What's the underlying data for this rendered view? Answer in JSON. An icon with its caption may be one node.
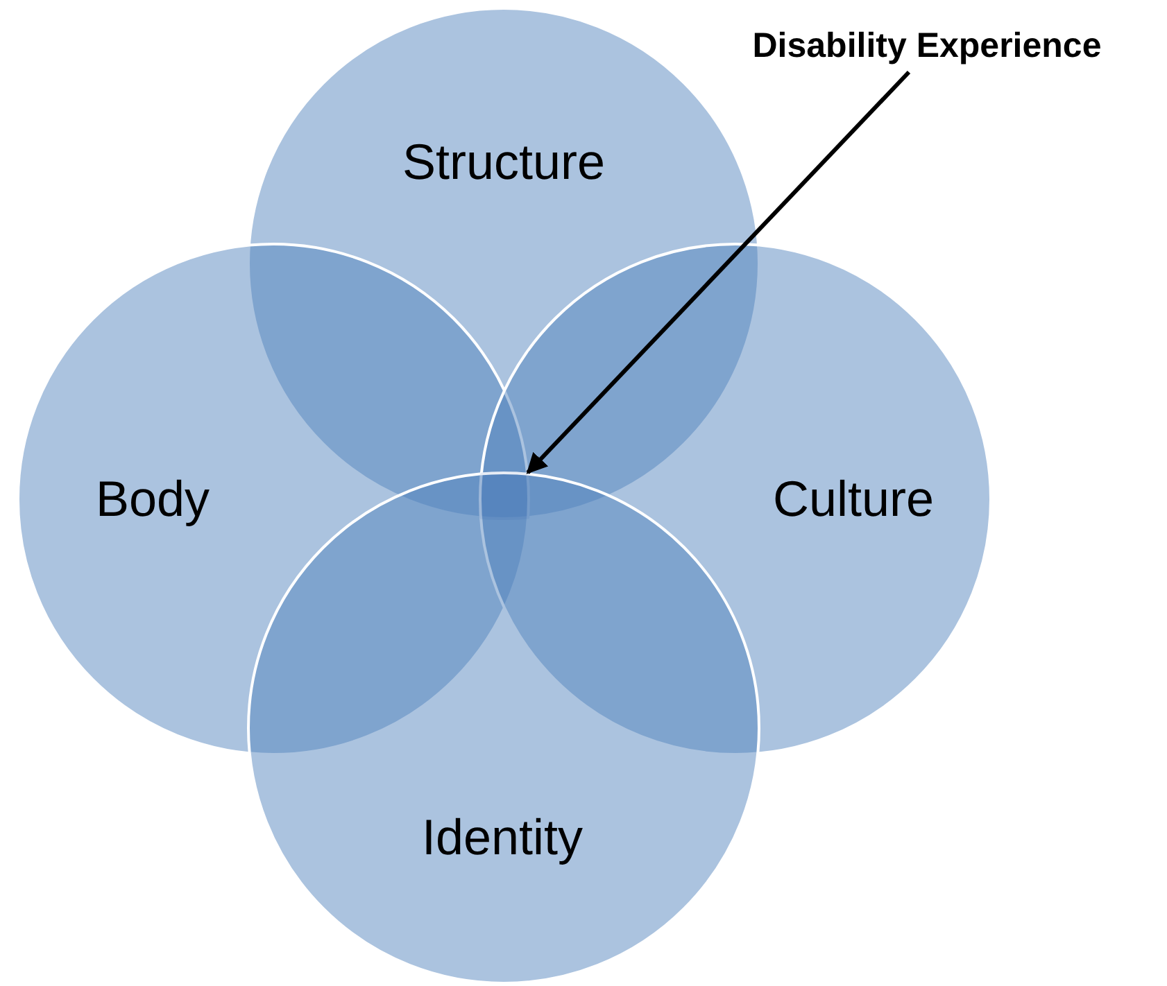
{
  "diagram": {
    "nodes": [
      {
        "text": [
          "Structure"
        ]
      },
      {
        "text": [
          "Disability Experience"
        ]
      },
      {
        "text": [
          "Body"
        ]
      },
      {
        "text": [
          "Culture"
        ]
      },
      {
        "text": [
          "Identity"
        ]
      },
      {
        "text": [],
        "shape": "region"
      }
    ],
    "edges": [
      {
        "from": 1,
        "to": 5,
        "arrow": "to"
      }
    ]
  }
}
